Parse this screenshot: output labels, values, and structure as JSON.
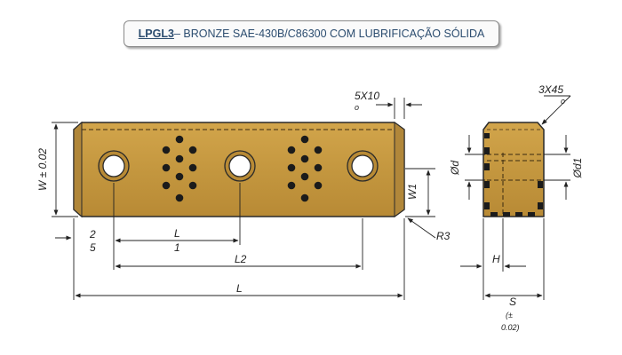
{
  "title": {
    "code": "LPGL3",
    "rest": "– BRONZE SAE-430B/C86300 COM LUBRIFICAÇÃO SÓLIDA"
  },
  "colors": {
    "bronze": "#c4973f",
    "bronze_dark": "#9a7530",
    "outline": "#2a2a2a",
    "lubricant_dots": "#1b1b1b",
    "title_text": "#2b4c6f"
  },
  "labels": {
    "chamfer_5x10": "5X10",
    "chamfer_5x10_sub": "o",
    "chamfer_3x45": "3X45",
    "chamfer_3x45_sub": "o",
    "width_tol": "W ± 0.02",
    "w1": "W1",
    "r3": "R3",
    "l_offset_num": "2",
    "l_offset_den": "5",
    "l1_top": "L",
    "l1_bottom": "1",
    "l2": "L2",
    "l": "L",
    "d": "Ød",
    "d1": "Ød1",
    "h": "H",
    "s": "S",
    "s_tol_1": "(±",
    "s_tol_2": "0.02)"
  }
}
